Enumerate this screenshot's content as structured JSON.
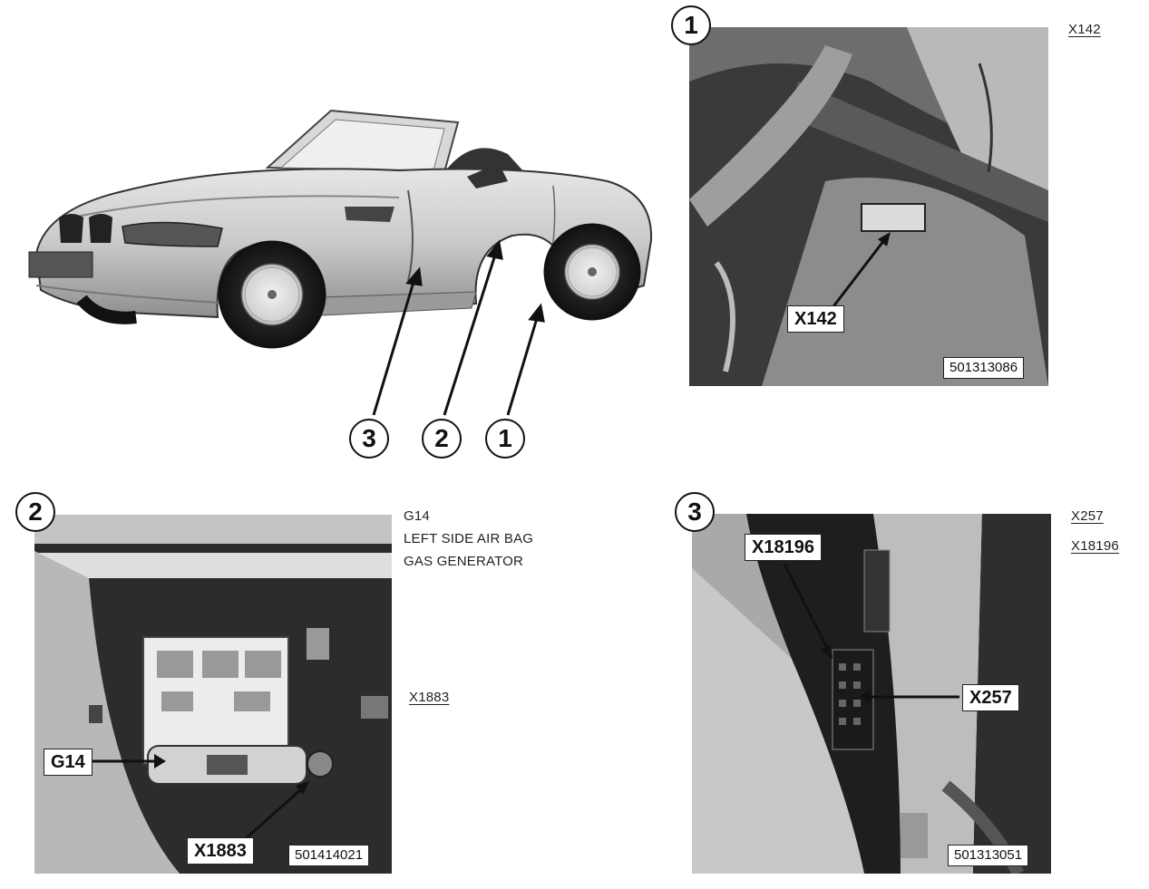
{
  "overview": {
    "callouts": [
      "3",
      "2",
      "1"
    ]
  },
  "panel1": {
    "number": "1",
    "side_label": "X142",
    "callout": "X142",
    "figure_id": "501313086"
  },
  "panel2": {
    "number": "2",
    "side_lines": [
      "G14",
      "LEFT SIDE AIR BAG",
      "GAS GENERATOR"
    ],
    "side_connector": "X1883",
    "callout_left": "G14",
    "callout_bottom": "X1883",
    "figure_id": "501414021"
  },
  "panel3": {
    "number": "3",
    "side_labels": [
      "X257",
      "X18196"
    ],
    "callout_top": "X18196",
    "callout_right": "X257",
    "figure_id": "501313051"
  }
}
